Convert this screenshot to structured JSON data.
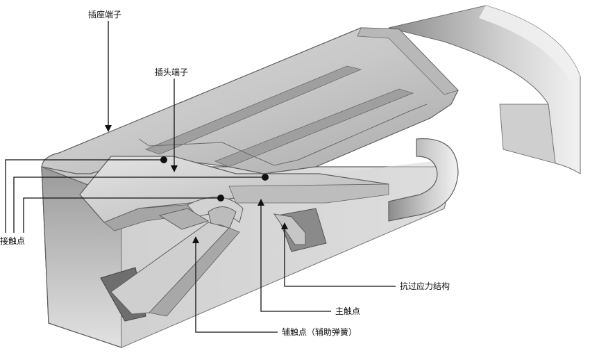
{
  "labels": {
    "socket_terminal": "插座端子",
    "plug_terminal": "插头端子",
    "contact_point": "接触点",
    "anti_stress_structure": "抗过应力结构",
    "main_contact": "主触点",
    "aux_contact": "辅触点（辅助弹簧）"
  },
  "colors": {
    "metal_light": "#e6e6e6",
    "metal_mid": "#bdbdbd",
    "metal_dark": "#7d7d7d",
    "edge": "#5e5e5e",
    "leader": "#111111",
    "background": "#ffffff"
  }
}
